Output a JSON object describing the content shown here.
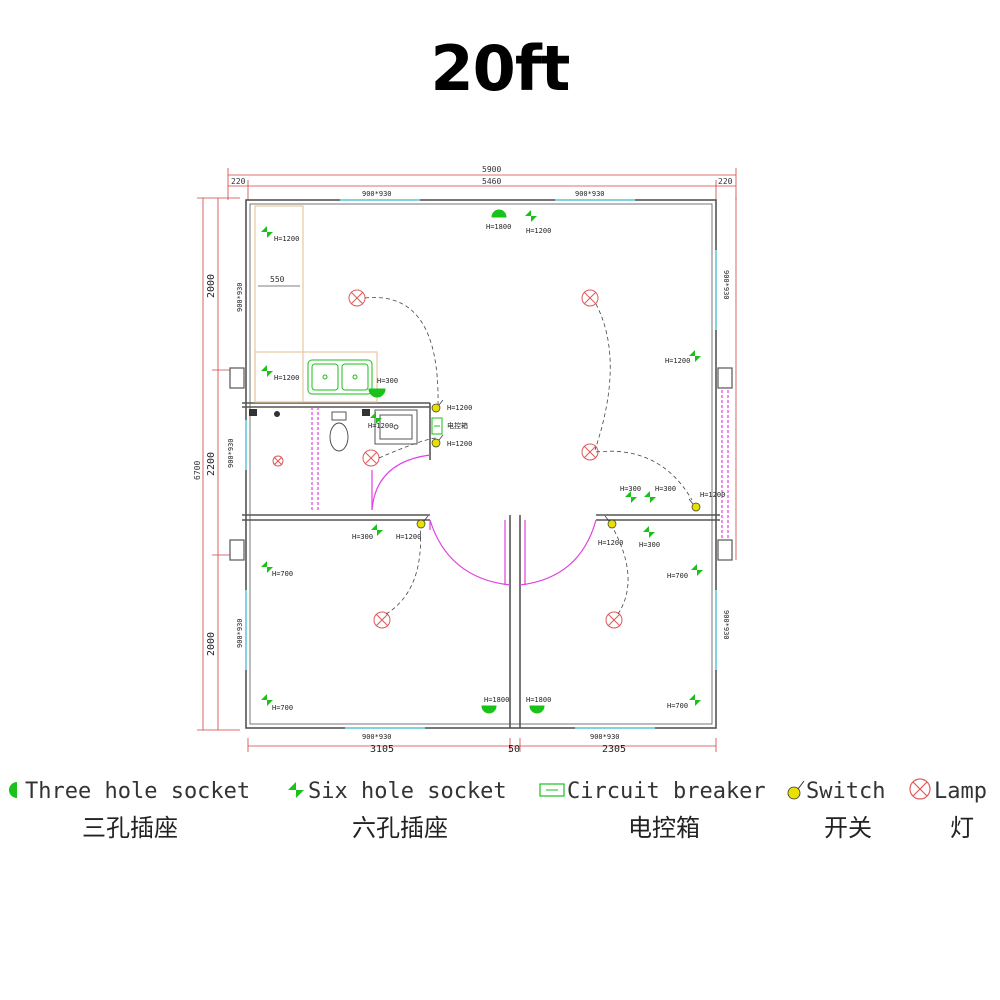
{
  "title": "20ft",
  "dimensions": {
    "overall_width": "5900",
    "inner_width": "5460",
    "left_wall": "220",
    "right_wall": "220",
    "overall_height": "6700",
    "left_section_1": "2000",
    "left_section_2": "2200",
    "left_section_3": "2000",
    "bottom_left": "3105",
    "bottom_mid": "50",
    "bottom_right": "2305",
    "counter_width": "550"
  },
  "windows": {
    "top_left": "900*930",
    "top_right": "900*930",
    "left_upper": "900*930",
    "left_middle": "900*930",
    "left_lower": "900*930",
    "right_upper": "900*930",
    "right_lower": "900*930",
    "bottom_left": "900*930",
    "bottom_right": "900*930"
  },
  "heights": {
    "h1800": "H=1800",
    "h1200": "H=1200",
    "h300": "H=300",
    "h700": "H=700",
    "h1200b": "H=1200",
    "h1200_sw": "H=1200"
  },
  "circuit_box_label": "电控箱",
  "legend": {
    "three_hole_en": "Three hole socket",
    "three_hole_cn": "三孔插座",
    "six_hole_en": "Six hole socket",
    "six_hole_cn": "六孔插座",
    "breaker_en": "Circuit breaker",
    "breaker_cn": "电控箱",
    "switch_en": "Switch",
    "switch_cn": "开关",
    "lamp_en": "Lamp",
    "lamp_cn": "灯"
  },
  "colors": {
    "socket": "#19c219",
    "switch": "#e8e000",
    "lamp": "#e05a5a",
    "wall": "#555555",
    "window": "#7fd4e0",
    "door": "#e040e0",
    "counter": "#e8c8a0",
    "dim": "#d04040"
  }
}
